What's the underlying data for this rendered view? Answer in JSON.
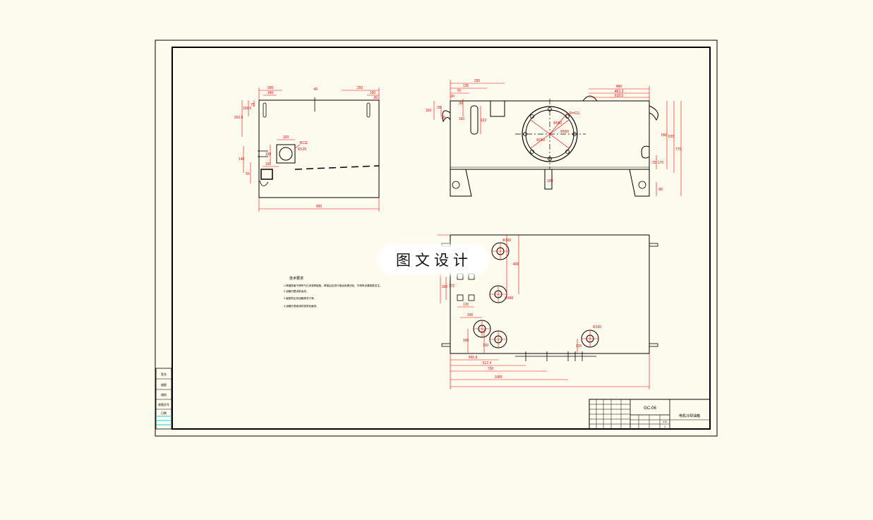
{
  "watermark": "图文设计",
  "colors": {
    "background": "#fdfbee",
    "line": "#000000",
    "dimension": "#ff0000",
    "highlight": "#00d8e8"
  },
  "view_top_left": {
    "dims": {
      "d1": "300",
      "d2": "160",
      "d3": "40",
      "d4": "250",
      "d5": "150",
      "d6": "20",
      "d7": "159.5",
      "d8": "263.6",
      "d9": "75",
      "d10": "120",
      "d11": "Φ111",
      "d12": "Φ126",
      "d13": "150",
      "d14": "160",
      "d15": "145",
      "d16": "55",
      "d17": "900"
    }
  },
  "view_top_right": {
    "dims": {
      "d1": "250",
      "d2": "135",
      "d3": "70",
      "d4": "30",
      "d5": "90",
      "d6": "110",
      "d7": "50",
      "d8": "160",
      "d9": "20",
      "d10": "122",
      "d11": "450",
      "d12": "463.3",
      "d13": "618.5",
      "d14": "R=611",
      "d15": "Φ650",
      "d16": "Φ550",
      "d17": "Φ250",
      "d18": "550",
      "d19": "635",
      "d20": "775",
      "d21": "170",
      "d22": "25",
      "d23": "80",
      "d24": "120"
    }
  },
  "view_bottom": {
    "dims": {
      "d1": "Φ160",
      "d2": "400",
      "d3": "300",
      "d4": "172",
      "d5": "120",
      "d6": "Φ160",
      "d7": "360",
      "d8": "100",
      "d9": "Φ160",
      "d10": "120",
      "d11": "200",
      "d12": "565.8",
      "d13": "517.4",
      "d14": "736",
      "d15": "1080"
    }
  },
  "notes": {
    "title": "技术要求",
    "items": [
      "1.焊缝表面不得有气孔夹渣等缺陷，焊接后应进行煤油渗漏试验，不得有渗漏现象发生。",
      "2.油箱内壁涂耐油漆。",
      "3.装配前应将油箱清洗干净。",
      "4.油箱外表面涂防锈漆及面漆。"
    ]
  },
  "title_block": {
    "part_code": "GC-06",
    "part_name": "电机冷却油箱",
    "scale": "1:5",
    "sheet": "1"
  },
  "left_block": {
    "rows": [
      "签名",
      "描图",
      "描校",
      "底图总号",
      "日期"
    ]
  }
}
